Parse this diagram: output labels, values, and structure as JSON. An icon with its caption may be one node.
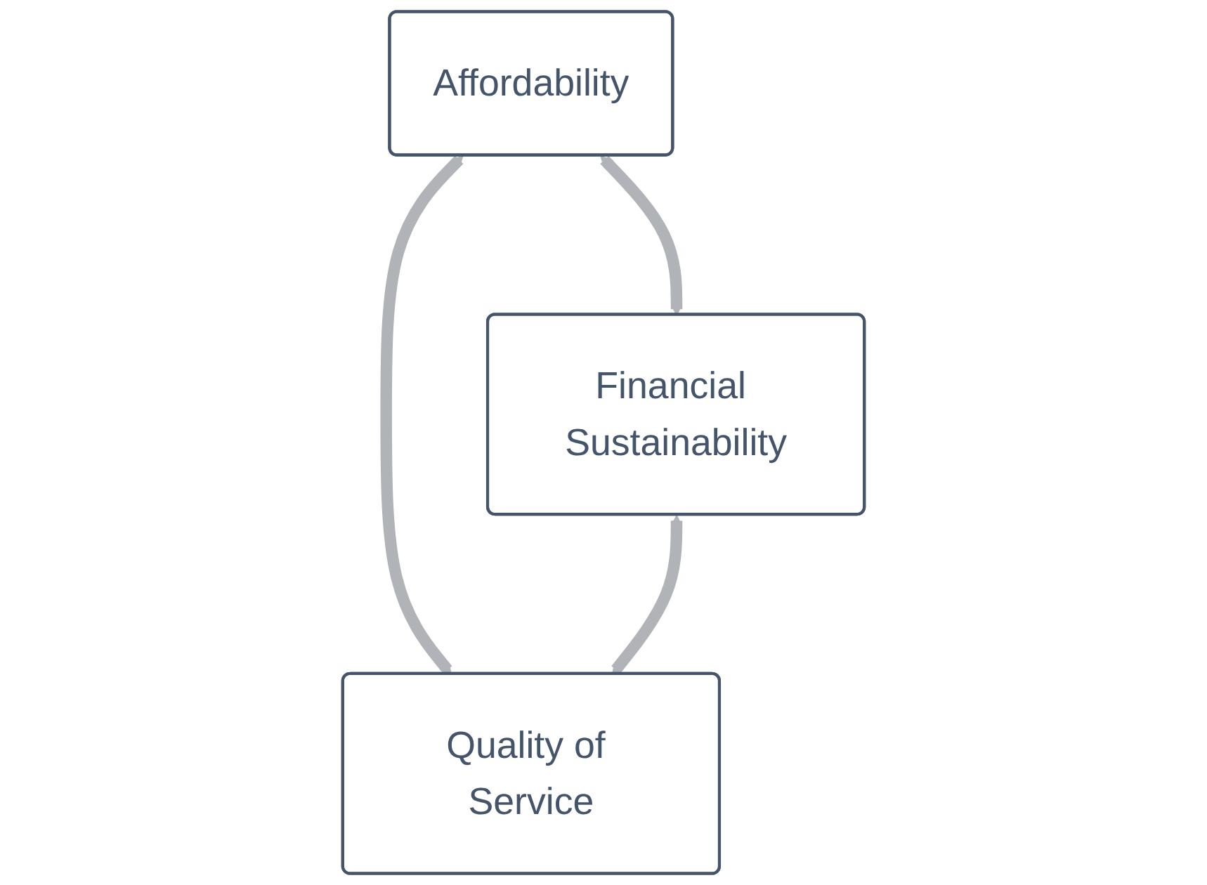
{
  "diagram": {
    "nodes": [
      {
        "text": [
          "Affordability"
        ]
      },
      {
        "text": [
          "Financial Sustainability"
        ]
      },
      {
        "text": [
          "Quality of Service"
        ]
      }
    ],
    "edges": [
      {
        "from": 0,
        "to": 1,
        "arrow": "both"
      },
      {
        "from": 0,
        "to": 2,
        "arrow": "both"
      },
      {
        "from": 1,
        "to": 2,
        "arrow": "both"
      }
    ]
  }
}
